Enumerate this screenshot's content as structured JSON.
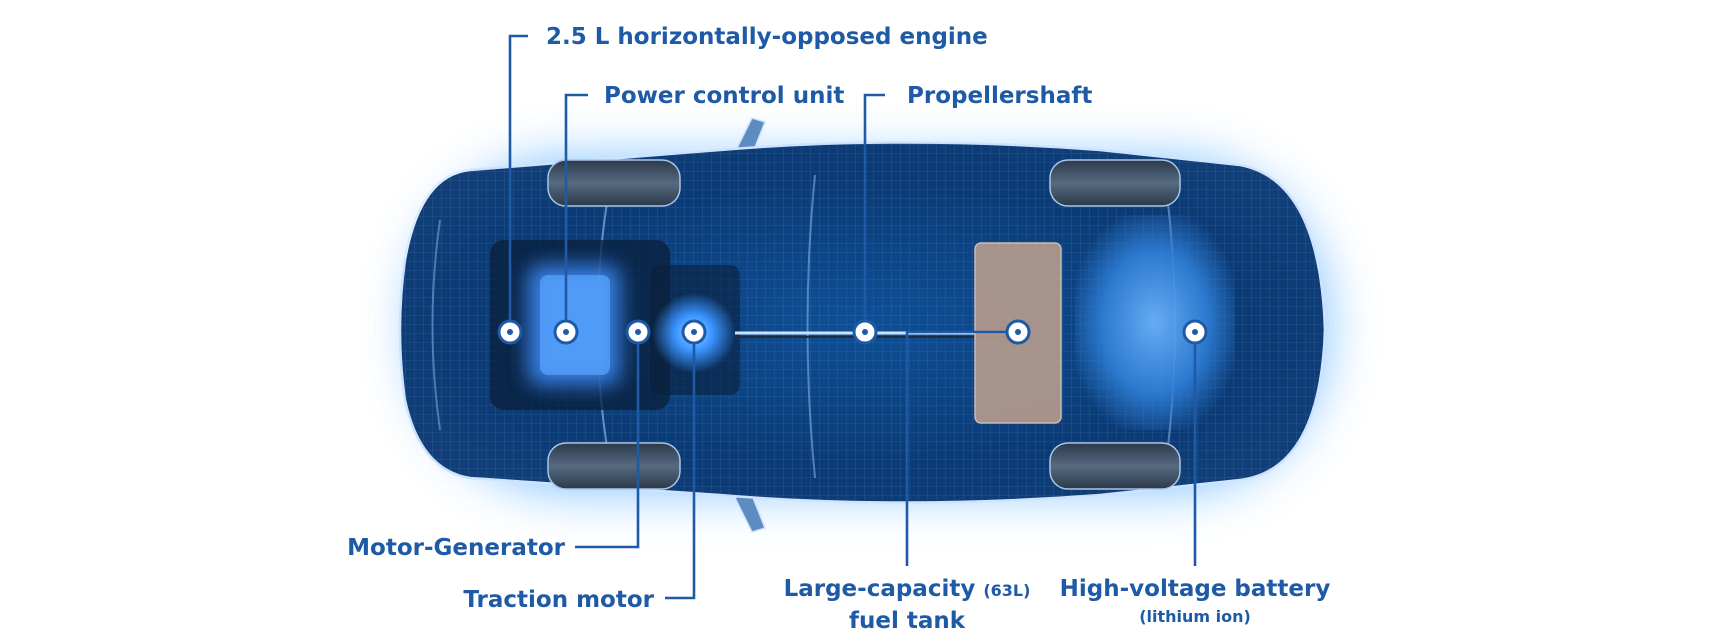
{
  "callouts": {
    "engine": {
      "label": "2.5 L horizontally-opposed engine"
    },
    "pcu": {
      "label": "Power control unit"
    },
    "propshaft": {
      "label": "Propellershaft"
    },
    "motor_generator": {
      "label": "Motor-Generator"
    },
    "traction_motor": {
      "label": "Traction motor"
    },
    "fuel_tank": {
      "label_line1": "Large-capacity",
      "label_qualifier": "(63L)",
      "label_line2": "fuel tank"
    },
    "battery": {
      "label_line1": "High-voltage battery",
      "label_line2": "(lithium ion)"
    }
  },
  "colors": {
    "accent": "#1e5aa5",
    "glow": "#4aa8ff",
    "car_body": "#0c3d78",
    "fuel_tank": "#b49a8c"
  }
}
